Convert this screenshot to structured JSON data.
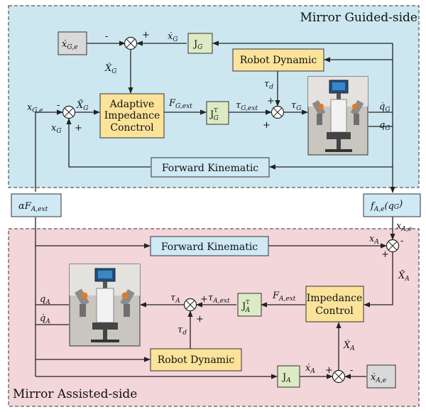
{
  "regions": {
    "guided": {
      "title": "Mirror  Guided-side",
      "fill": "#cde7f0"
    },
    "assisted": {
      "title": "Mirror  Assisted-side",
      "fill": "#f3d6da"
    }
  },
  "blocks": {
    "adaptive_impedance": [
      "Adaptive",
      "Impedance",
      "Conctrol"
    ],
    "impedance": [
      "Impedance",
      "Control"
    ],
    "robot_dynamic_g": "Robot Dynamic",
    "robot_dynamic_a": "Robot Dynamic",
    "forward_kinematic_g": "Forward  Kinematic",
    "forward_kinematic_a": "Forward  Kinematic",
    "jg": "J",
    "jg_sub": "G",
    "jgt": "J",
    "jgt_sup": "T",
    "jgt_sub": "G",
    "jat": "J",
    "jat_sup": "T",
    "jat_sub": "A",
    "ja": "J",
    "ja_sub": "A",
    "xdot_ge": "ẋ",
    "xdot_ge_sub": "G,e",
    "xdot_ae": "ẋ",
    "xdot_ae_sub": "A,e",
    "alpha_f": "αF",
    "alpha_f_sub": "A,ext",
    "f_ae": "f",
    "f_ae_sub": "A,e",
    "f_ae_arg": "(q",
    "f_ae_arg_sub": "G",
    "f_ae_close": ")"
  },
  "signals": {
    "xdotG": "ẋ",
    "xdotG_sub": "G",
    "XdotG": "Ẋ",
    "XdotG_sub": "G",
    "XtilG": "X̃",
    "XtilG_sub": "G",
    "xGe": "x",
    "xGe_sub": "G,e",
    "xG": "x",
    "xG_sub": "G",
    "FGext": "F",
    "FGext_sub": "G,ext",
    "tauGext": "τ",
    "tauGext_sub": "G,ext",
    "tauG": "τ",
    "tauG_sub": "G",
    "taud_g": "τ",
    "taud_g_sub": "d",
    "qdotG": "q̇",
    "qdotG_sub": "G",
    "qG": "q",
    "qG_sub": "G",
    "xAe": "x",
    "xAe_sub": "A,e",
    "xA": "x",
    "xA_sub": "A",
    "XtilA": "X̃",
    "XtilA_sub": "A",
    "FAext": "F",
    "FAext_sub": "A,ext",
    "tauAext": "τ",
    "tauAext_sub": "A,ext",
    "tauA": "τ",
    "tauA_sub": "A",
    "taud_a": "τ",
    "taud_a_sub": "d",
    "qA": "q",
    "qA_sub": "A",
    "qdotA": "q̇",
    "qdotA_sub": "A",
    "XdotA": "Ẋ",
    "XdotA_sub": "A",
    "xdotA": "ẋ",
    "xdotA_sub": "A"
  },
  "signs": {
    "minus": "-",
    "plus": "+"
  },
  "colors": {
    "block_fill": "#fbe39a",
    "block_blue": "#cfe9f5",
    "block_green": "#dcebc4",
    "block_gray": "#d9d9d9"
  }
}
